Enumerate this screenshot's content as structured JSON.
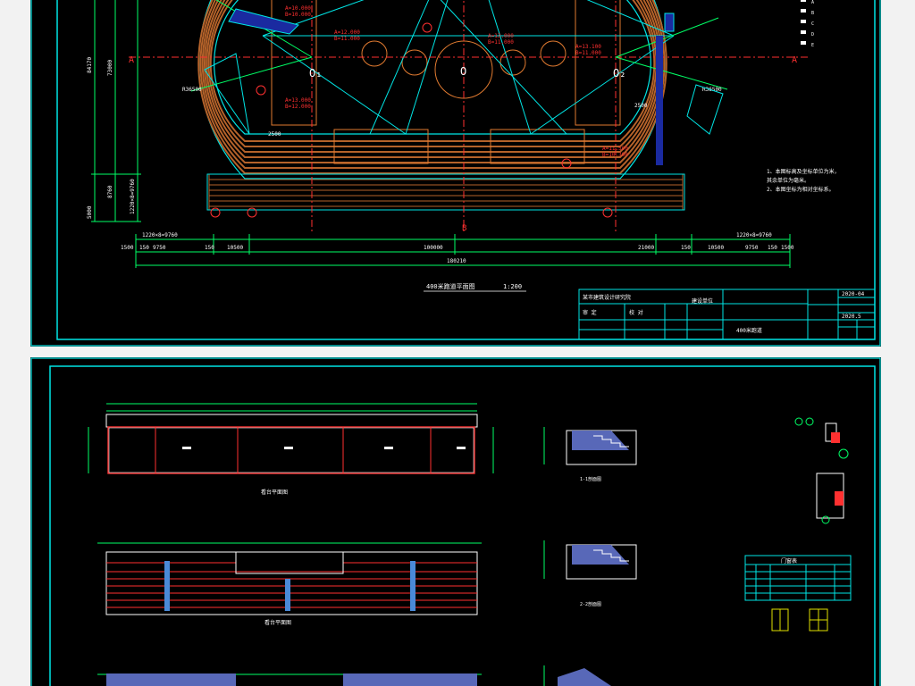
{
  "colors": {
    "background": "#000000",
    "frame": "#00e5e5",
    "track": "#b4622a",
    "dimension": "#00ff66",
    "elevation": "#ff2020",
    "line": "#ffffff",
    "leader": "#e0e000",
    "paper": "#f2f2f2"
  },
  "plan": {
    "axis_label_left": "A",
    "axis_label_right": "A",
    "axis_label_bottom": "B",
    "centers": [
      "O₁",
      "O",
      "O₂"
    ],
    "radius_left": "R36500",
    "radius_right": "R36500",
    "dims_bottom_upper": [
      "1220×8=9760",
      "1220×8=9760"
    ],
    "dims_bottom_lower": [
      "1500",
      "150",
      "9750",
      "150",
      "10500",
      "100000",
      "21000",
      "150",
      "10500",
      "9750",
      "150",
      "1500"
    ],
    "dim_total": "180210",
    "dims_left": [
      "84170",
      "73000",
      "1220×8=9760",
      "8760",
      "5000"
    ],
    "dim_small_left": "2500",
    "dim_small_right": "2500",
    "drawing_title": "400米跑道平面图",
    "drawing_scale": "1:200",
    "notes": [
      "1、本图标高及坐标单位为米，",
      "   其余单位为毫米。",
      "2、本图坐标为相对坐标系。"
    ],
    "legend_side": [
      "A",
      "B",
      "C",
      "D",
      "E"
    ],
    "elevations": [
      "A=10.000",
      "B=10.000",
      "A=12.000",
      "B=11.000",
      "A=13.000",
      "B=12.000",
      "A=13.000",
      "B=11.000",
      "A=13.100",
      "B=11.000",
      "A=11.500",
      "B=10.300"
    ]
  },
  "title_block": {
    "company": "某市建筑设计研究院",
    "approve": "审  定",
    "check": "校  对",
    "unit_label": "建设单位",
    "project_no": "2020-04",
    "drawing_name": "400米跑道",
    "date": "2020.5"
  },
  "grandstand": {
    "plan_label": "看台平面图",
    "floor_label": "看台平面图",
    "section_1": "1-1剖面图",
    "section_2": "2-2剖面图",
    "table_title": "门窗表"
  }
}
